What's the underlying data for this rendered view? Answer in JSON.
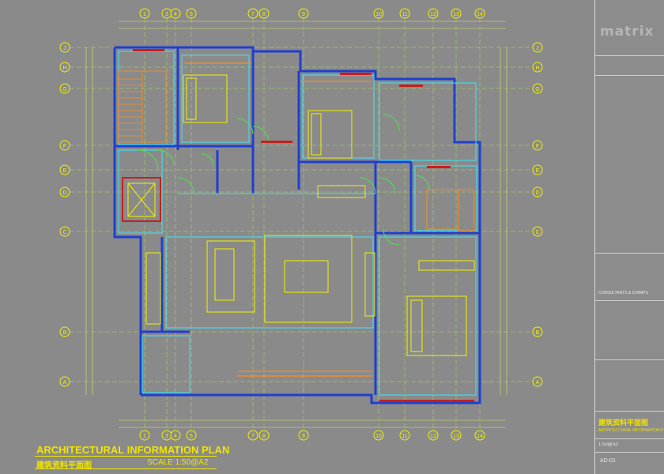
{
  "plan": {
    "title_en": "ARCHITECTURAL INFORMATION PLAN",
    "title_cn": "建筑资料平面图",
    "scale": "SCALE  1:50@A2"
  },
  "grid": {
    "top_axes": [
      "1",
      "3",
      "4",
      "5",
      "7",
      "8",
      "9",
      "10",
      "11",
      "12",
      "13",
      "14"
    ],
    "side_axes": [
      "J",
      "H",
      "G",
      "F",
      "E",
      "D",
      "C",
      "B",
      "A"
    ]
  },
  "titleblock": {
    "logo": "matrix",
    "section_label": "CONSULTANTS & STAMPS",
    "drawing_title_cn": "建筑资料平面图",
    "drawing_title_en": "ARCHITECTURAL INFORMATION PLAN",
    "scale": "1:50@A2",
    "drawing_no": "AD-01"
  },
  "colors": {
    "background": "#8a8a8a",
    "wall_blue": "#1f3fd0",
    "line_yellow": "#f2f200",
    "line_cyan": "#35e8ff",
    "line_orange": "#ff8c1a",
    "accent_red": "#c41f1f",
    "grid_green": "#aee050"
  }
}
